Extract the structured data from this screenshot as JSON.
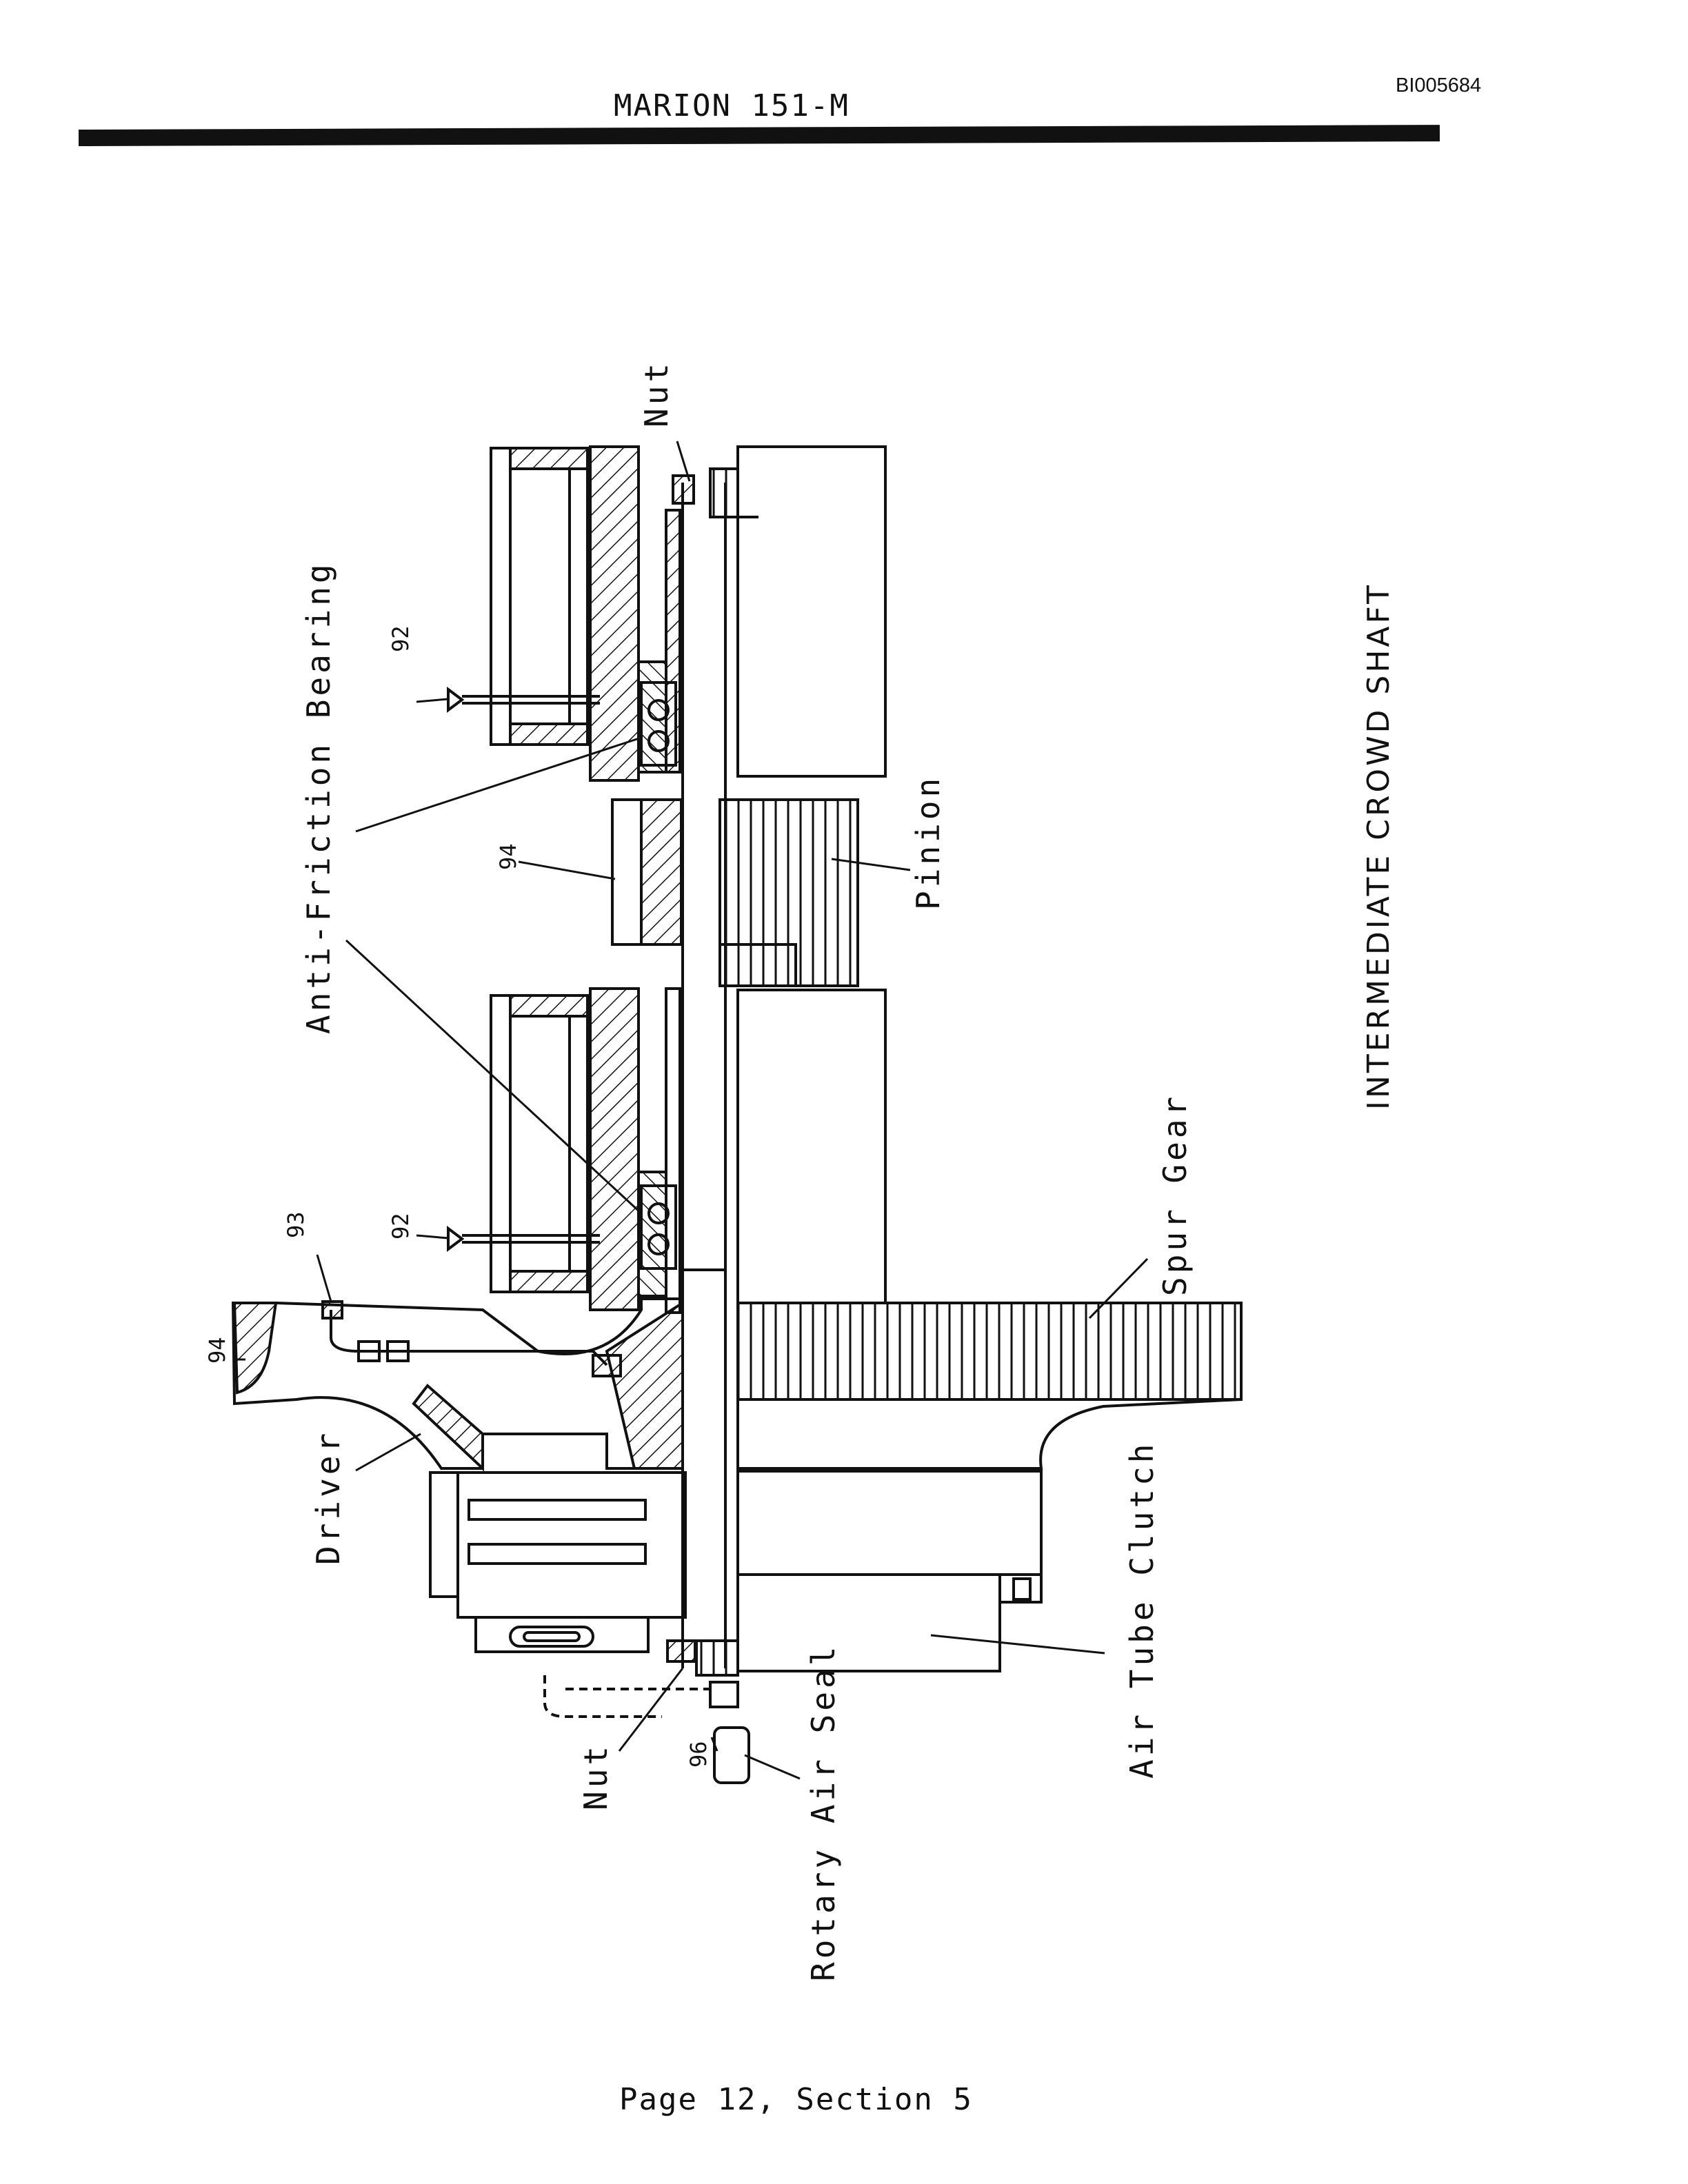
{
  "document": {
    "doc_id": "BI005684",
    "header_title": "MARION 151-M",
    "footer": "Page 12, Section 5"
  },
  "figure": {
    "title": "INTERMEDIATE CROWD SHAFT",
    "labels": {
      "nut_top": "Nut",
      "anti_friction_bearing": "Anti-Friction Bearing",
      "pinion": "Pinion",
      "spur_gear": "Spur Gear",
      "driver": "Driver",
      "air_tube_clutch": "Air Tube Clutch",
      "nut_bottom": "Nut",
      "rotary_air_seal": "Rotary Air Seal"
    },
    "callouts": {
      "c92_top": "92",
      "c94_mid": "94",
      "c93": "93",
      "c92_lower": "92",
      "c94_left": "94",
      "c96": "96"
    }
  }
}
